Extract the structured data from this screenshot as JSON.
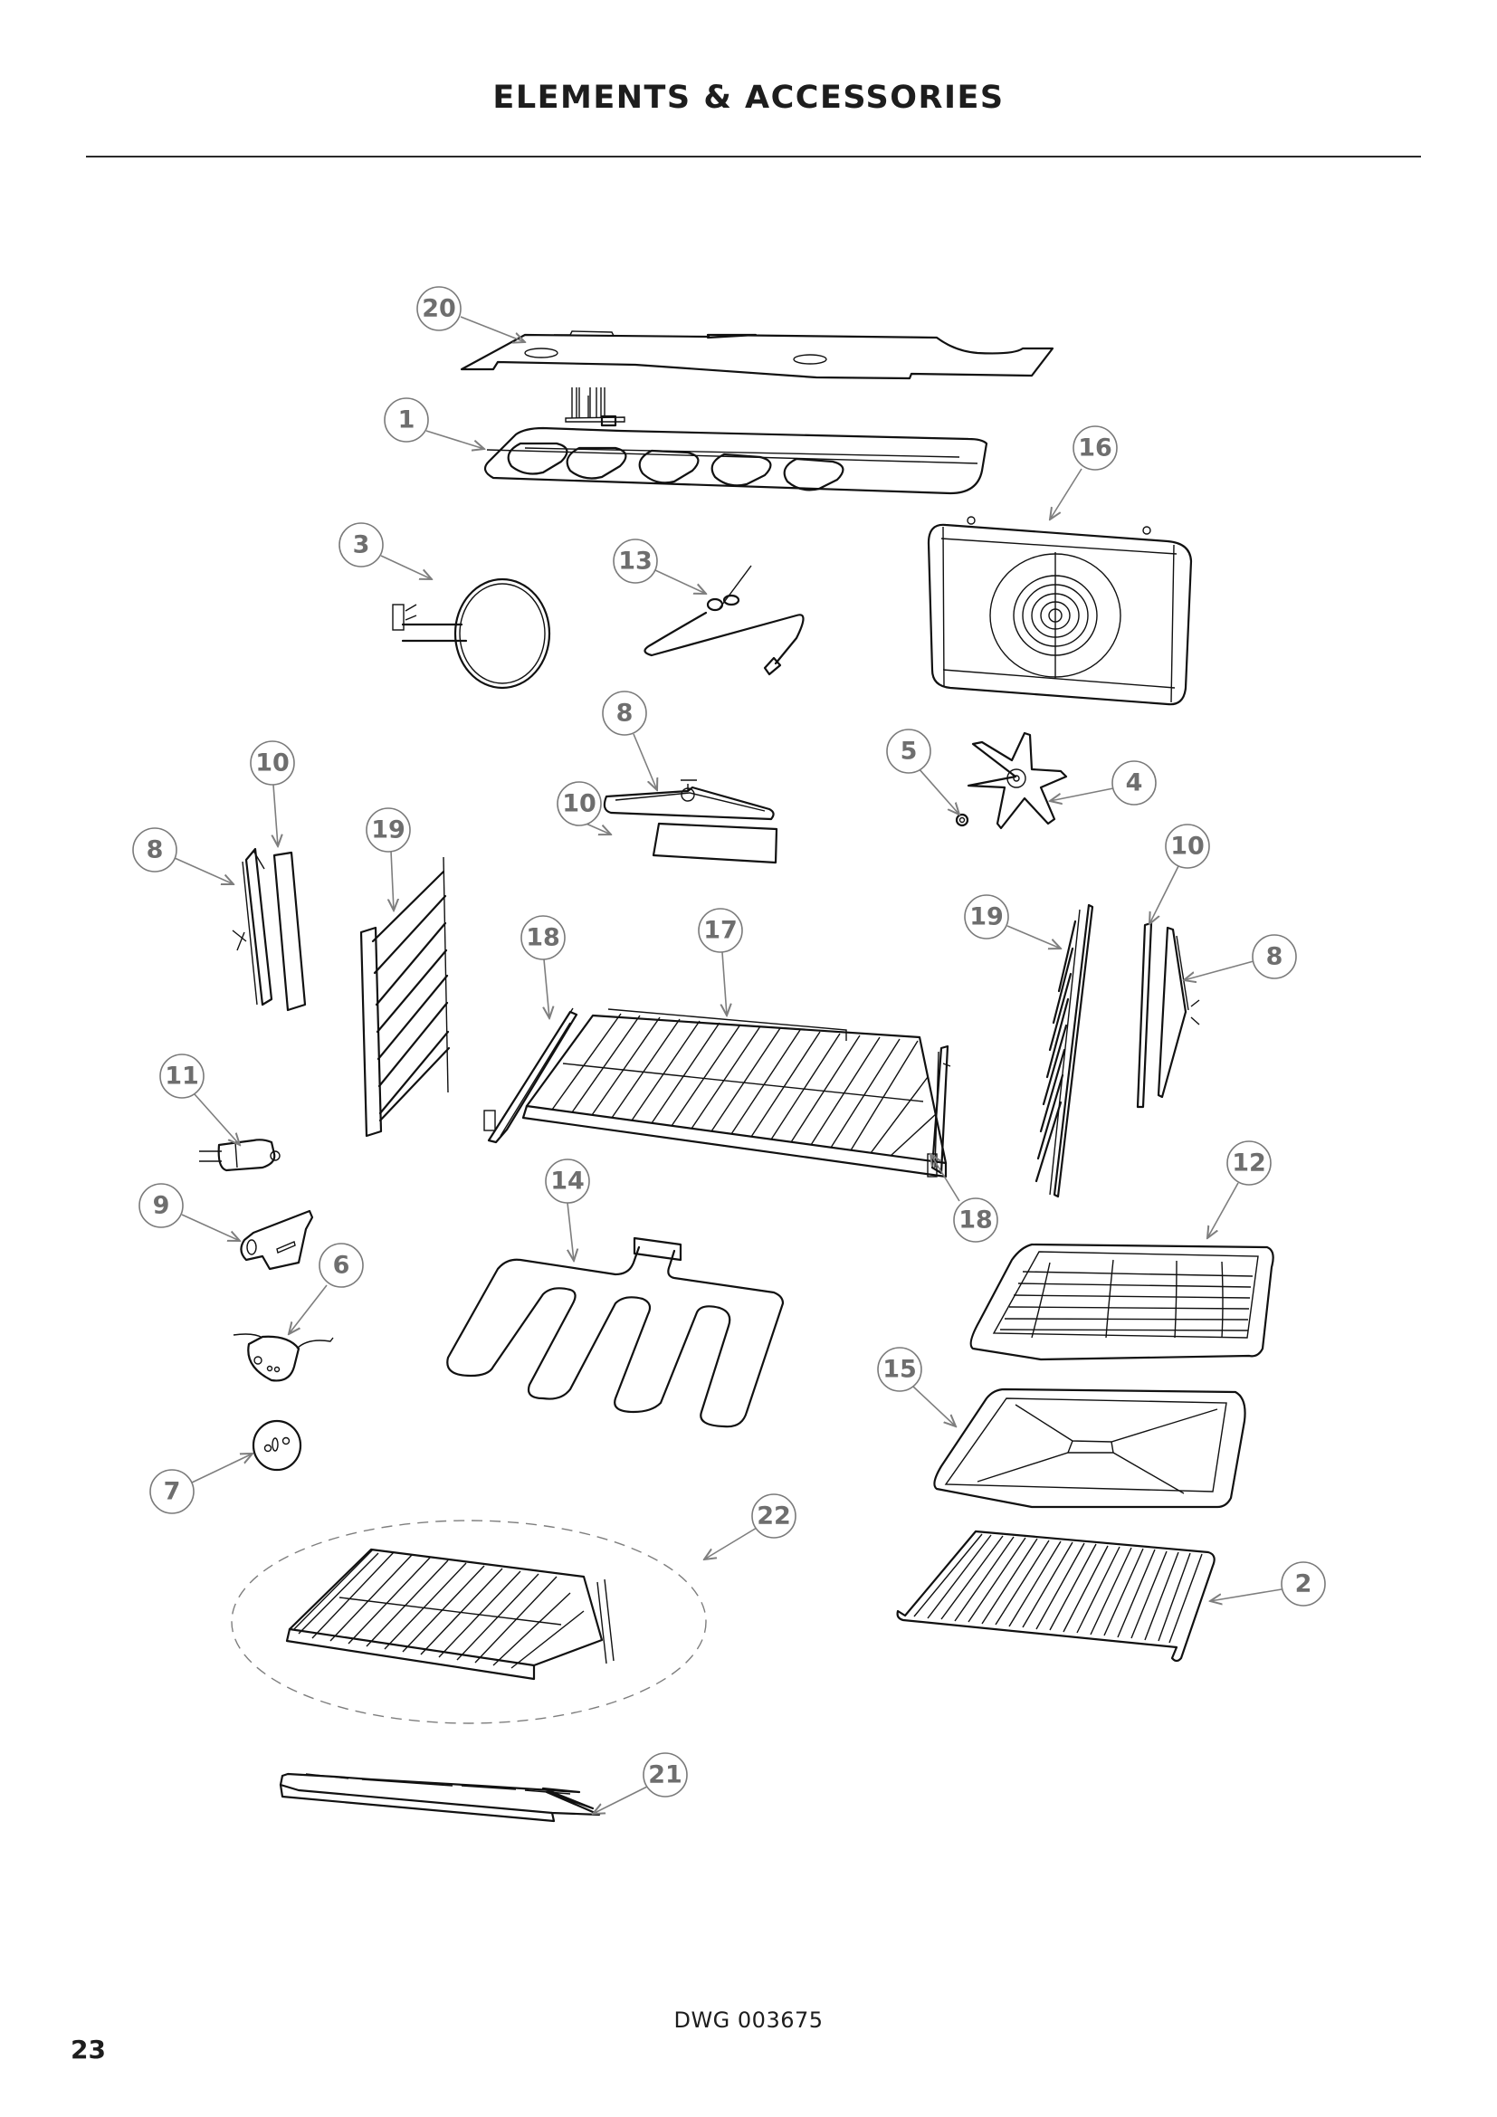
{
  "header": {
    "title": "ELEMENTS & ACCESSORIES"
  },
  "footer": {
    "drawing_number": "DWG 003675",
    "page_number": "23"
  },
  "colors": {
    "line": "#111111",
    "callout_stroke": "#7a7a7a",
    "callout_text": "#6e6e6e",
    "rule": "#2a2a2a"
  },
  "callouts": [
    {
      "id": "c20",
      "label": "20",
      "part": "grill element cover plate"
    },
    {
      "id": "c1",
      "label": "1",
      "part": "grill element"
    },
    {
      "id": "c16",
      "label": "16",
      "part": "fan cover"
    },
    {
      "id": "c3",
      "label": "3",
      "part": "fan element (circular)"
    },
    {
      "id": "c13",
      "label": "13",
      "part": "meat probe"
    },
    {
      "id": "c8a",
      "label": "8",
      "part": "lamp housing (top)"
    },
    {
      "id": "c10a",
      "label": "10",
      "part": "lamp glass (top)"
    },
    {
      "id": "c5",
      "label": "5",
      "part": "fan nut"
    },
    {
      "id": "c4",
      "label": "4",
      "part": "fan blade"
    },
    {
      "id": "c10b",
      "label": "10",
      "part": "lamp glass (left)"
    },
    {
      "id": "c8b",
      "label": "8",
      "part": "lamp housing (left)"
    },
    {
      "id": "c19a",
      "label": "19",
      "part": "shelf runner (left)"
    },
    {
      "id": "c18a",
      "label": "18",
      "part": "telescopic slide (left)"
    },
    {
      "id": "c17",
      "label": "17",
      "part": "wire shelf"
    },
    {
      "id": "c19b",
      "label": "19",
      "part": "shelf runner (right)"
    },
    {
      "id": "c10c",
      "label": "10",
      "part": "lamp glass (right)"
    },
    {
      "id": "c8c",
      "label": "8",
      "part": "lamp housing (right)"
    },
    {
      "id": "c11",
      "label": "11",
      "part": "halogen lamp"
    },
    {
      "id": "c18b",
      "label": "18",
      "part": "telescopic slide (right)"
    },
    {
      "id": "c9",
      "label": "9",
      "part": "lamp bracket"
    },
    {
      "id": "c14",
      "label": "14",
      "part": "base element"
    },
    {
      "id": "c12",
      "label": "12",
      "part": "grill pan insert"
    },
    {
      "id": "c6",
      "label": "6",
      "part": "lamp holder"
    },
    {
      "id": "c15",
      "label": "15",
      "part": "grill pan"
    },
    {
      "id": "c7",
      "label": "7",
      "part": "lamp cover plate"
    },
    {
      "id": "c22",
      "label": "22",
      "part": "shelf with slides assembly"
    },
    {
      "id": "c2",
      "label": "2",
      "part": "wire rack"
    },
    {
      "id": "c21",
      "label": "21",
      "part": "trim strip"
    }
  ]
}
